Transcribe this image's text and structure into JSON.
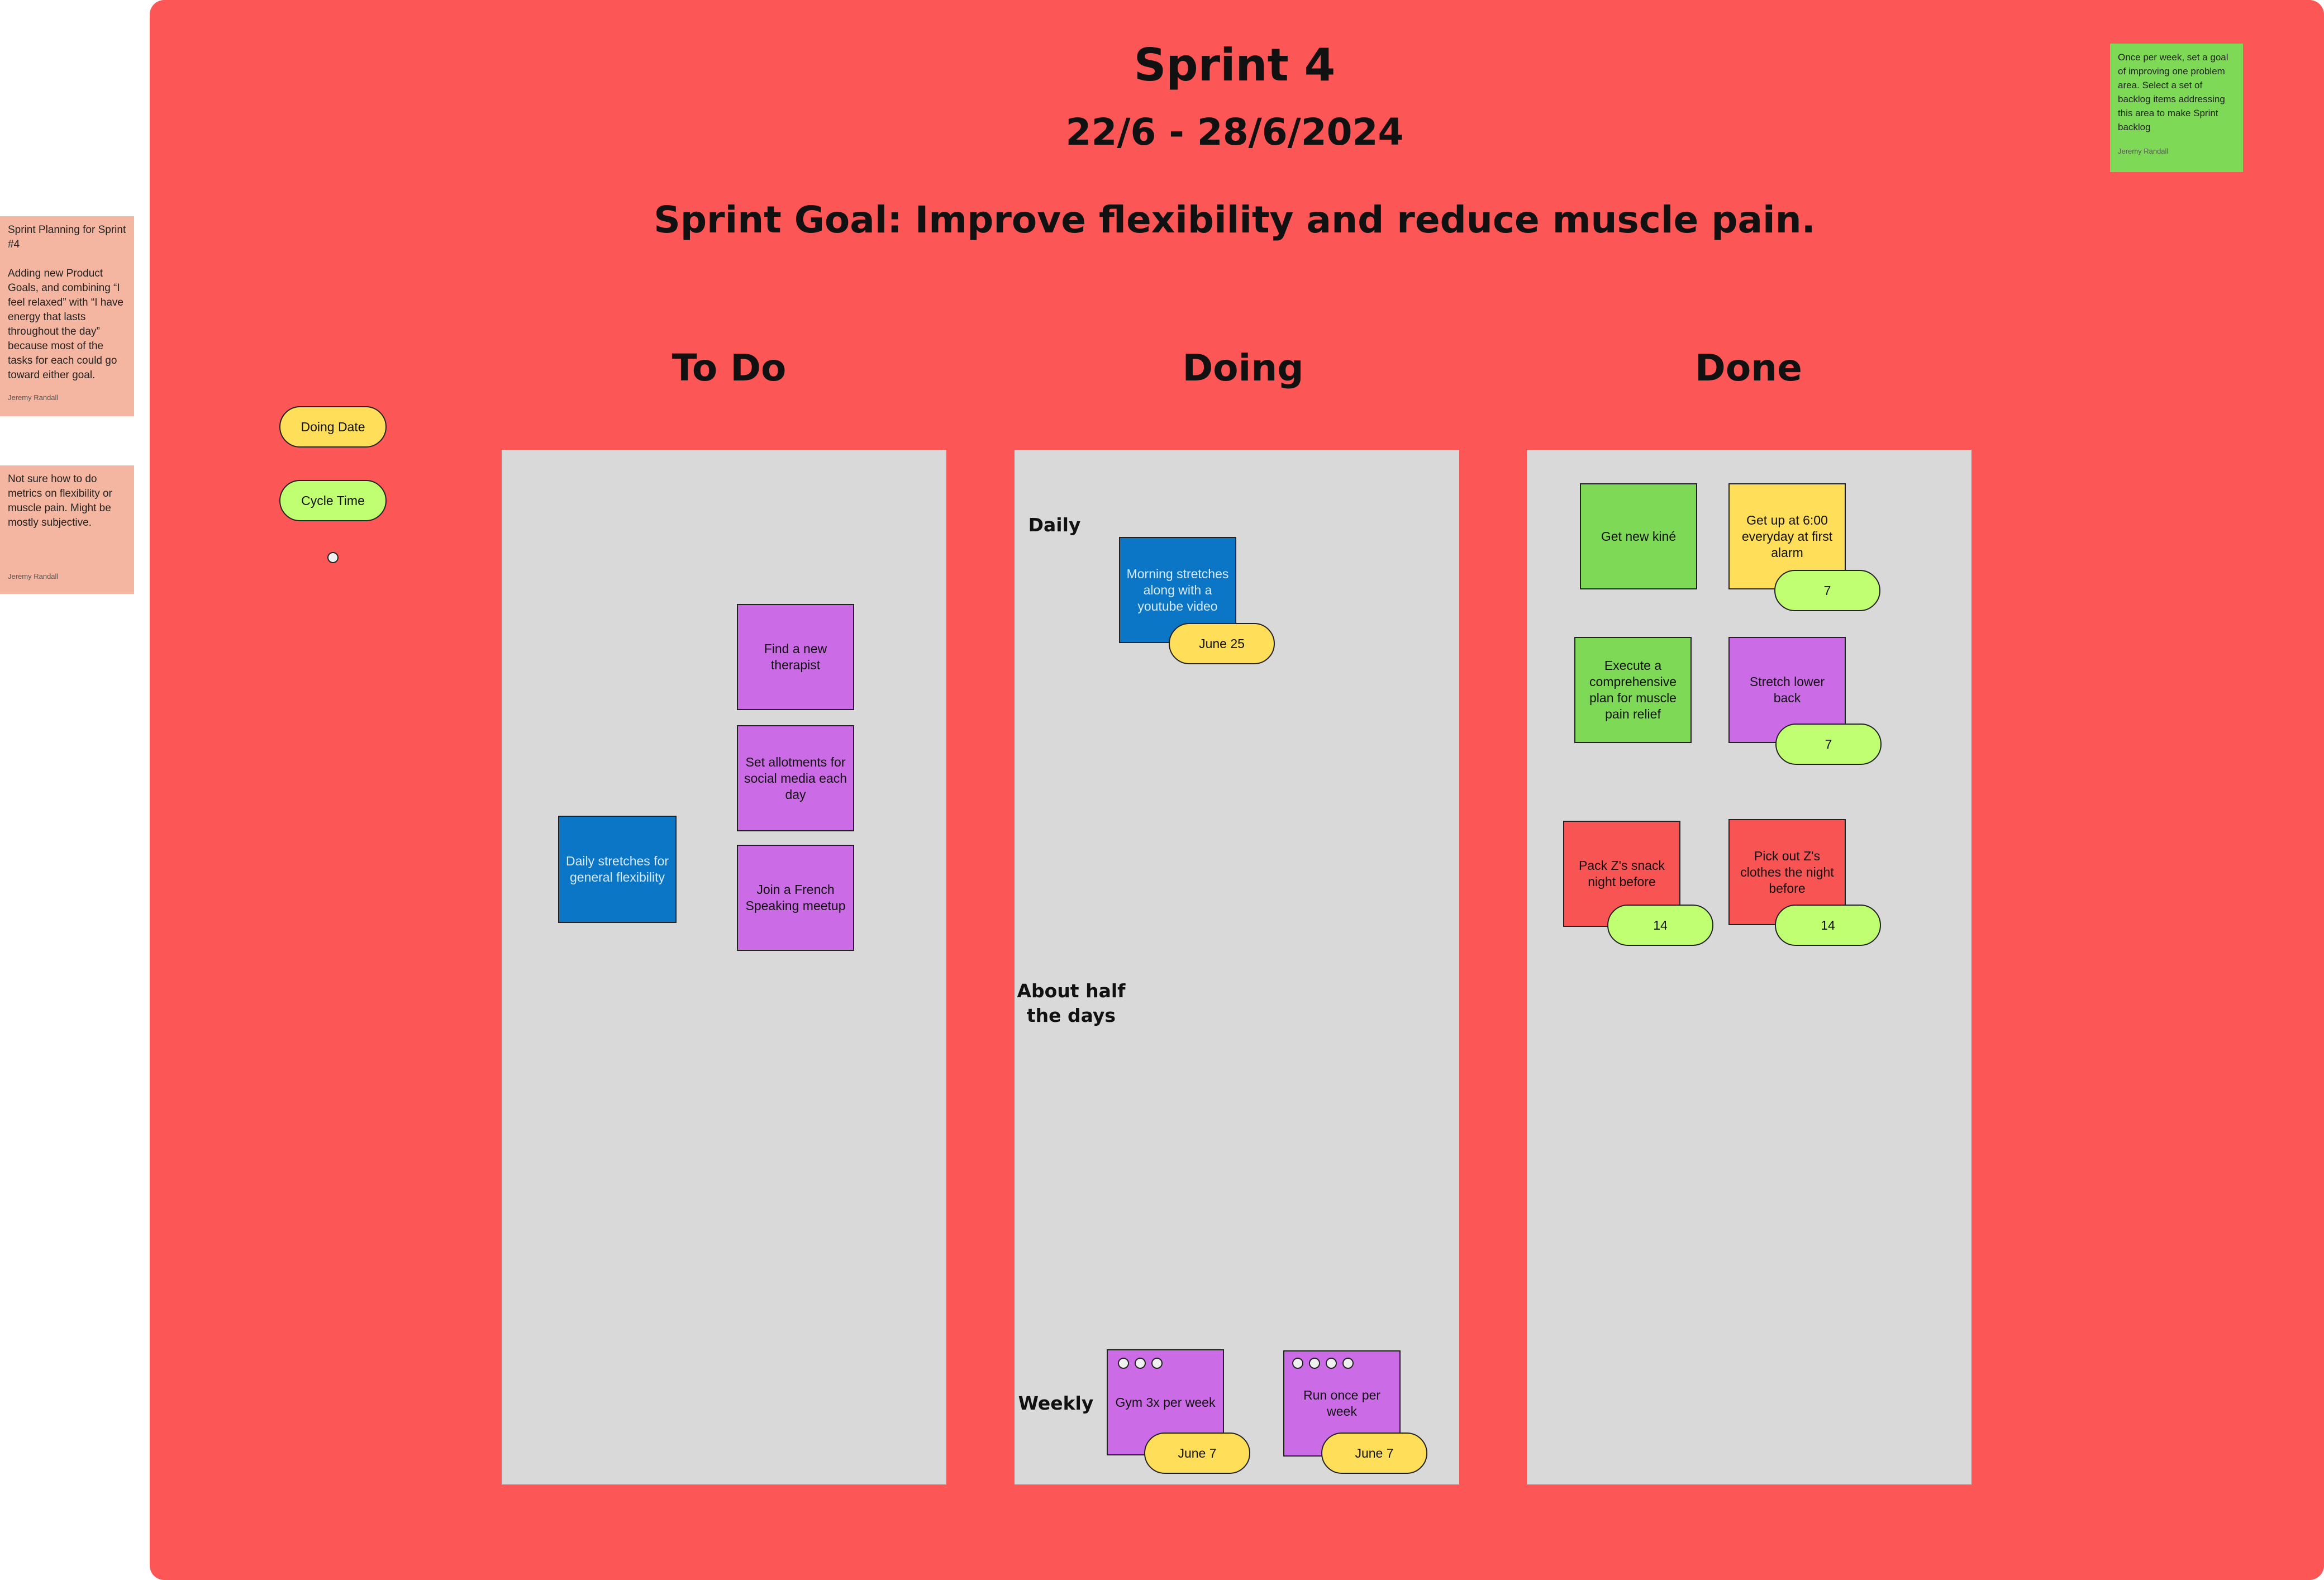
{
  "side_notes": [
    {
      "text": "Sprint Planning for Sprint #4\n\nAdding new Product Goals, and combining “I feel relaxed” with “I have energy that lasts throughout the day” because most of the tasks for each could go toward either goal.",
      "author": "Jeremy Randall"
    },
    {
      "text": "Not sure how to do metrics on flexibility or muscle pain.  Might be mostly subjective.",
      "author": "Jeremy Randall"
    }
  ],
  "top_note": {
    "text": "Once per week, set a goal of improving one problem area.  Select a set of backlog items addressing this area to make Sprint backlog",
    "author": "Jeremy Randall"
  },
  "header": {
    "title": "Sprint 4",
    "dates": "22/6 - 28/6/2024",
    "goal": "Sprint Goal: Improve flexibility and reduce muscle pain."
  },
  "legend": {
    "doing_date": "Doing Date",
    "cycle_time": "Cycle Time"
  },
  "columns": {
    "todo": "To Do",
    "doing": "Doing",
    "done": "Done"
  },
  "doing_sections": {
    "daily": "Daily",
    "half": "About half the days",
    "weekly": "Weekly"
  },
  "todo_cards": [
    {
      "text": "Find a new therapist"
    },
    {
      "text": "Set allotments for social media each day"
    },
    {
      "text": "Join a French Speaking meetup"
    },
    {
      "text": "Daily stretches for general flexibility"
    }
  ],
  "doing_cards": [
    {
      "text": "Morning stretches along with a youtube video",
      "date": "June 25"
    },
    {
      "text": "Gym 3x per week",
      "date": "June 7",
      "checks": 3
    },
    {
      "text": "Run once per week",
      "date": "June 7",
      "checks": 4
    }
  ],
  "done_cards": [
    {
      "text": "Get new kiné"
    },
    {
      "text": "Get up at 6:00 everyday at first alarm",
      "cycle": "7"
    },
    {
      "text": "Execute a comprehensive plan for muscle pain relief"
    },
    {
      "text": "Stretch lower back",
      "cycle": "7"
    },
    {
      "text": "Pack Z's snack night before",
      "cycle": "14"
    },
    {
      "text": "Pick out Z's clothes the night before",
      "cycle": "14"
    }
  ],
  "colors": {
    "board": "#fd5656",
    "column": "#d9d9d9",
    "purple": "#cb6ce6",
    "blue": "#0b75c6",
    "green": "#7ed957",
    "yellow": "#ffde59",
    "red": "#f85454",
    "lime": "#c1ff72",
    "side_note": "#f4b6a0"
  }
}
